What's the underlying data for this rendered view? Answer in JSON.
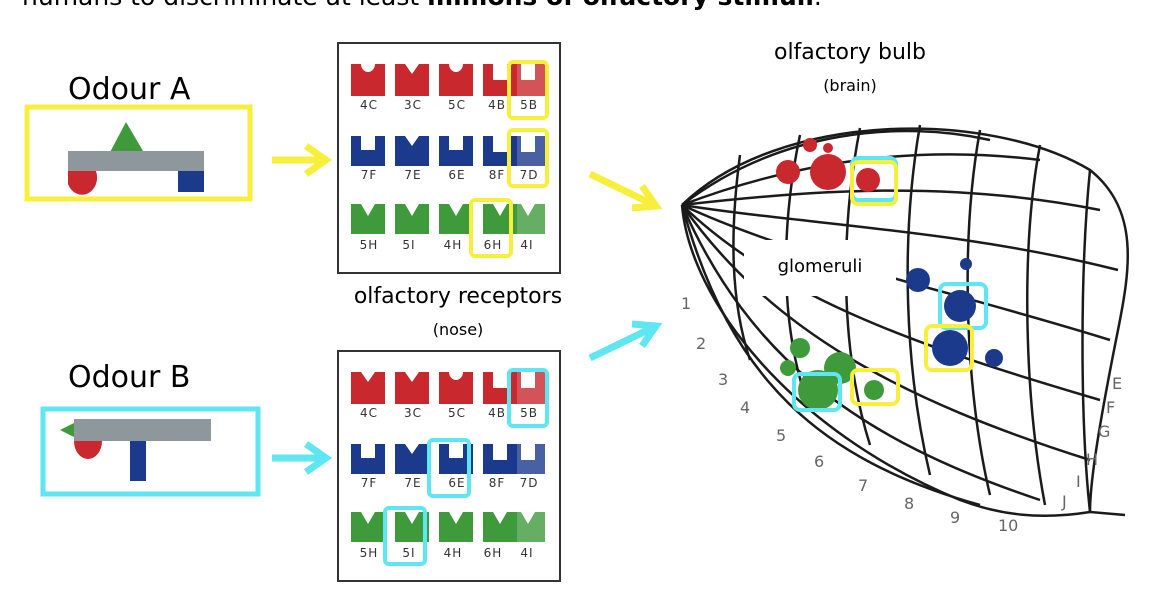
{
  "header": {
    "caption_plain": "humans to discriminate at least ",
    "caption_bold": "millions of olfactory stimuli",
    "caption_end": "."
  },
  "odour_a": {
    "label": "Odour A"
  },
  "odour_b": {
    "label": "Odour B"
  },
  "panel_a": {
    "row1": [
      "4C",
      "3C",
      "5C",
      "4B",
      "5B"
    ],
    "row2": [
      "7F",
      "7E",
      "6E",
      "8F",
      "7D"
    ],
    "row3": [
      "5H",
      "5I",
      "4H",
      "6H",
      "4I"
    ]
  },
  "panel_b": {
    "row1": [
      "4C",
      "3C",
      "5C",
      "4B",
      "5B"
    ],
    "row2": [
      "7F",
      "7E",
      "6E",
      "8F",
      "7D"
    ],
    "row3": [
      "5H",
      "5I",
      "4H",
      "6H",
      "4I"
    ]
  },
  "receptors": {
    "title": "olfactory receptors",
    "sub": "(nose)"
  },
  "bulb": {
    "title": "olfactory bulb",
    "sub": "(brain)"
  },
  "glomeruli": {
    "label": "glomeruli"
  },
  "bulb_numbers": [
    "1",
    "2",
    "3",
    "4",
    "5",
    "6",
    "7",
    "8",
    "9",
    "10"
  ],
  "bulb_letters": [
    "E",
    "F",
    "G",
    "H",
    "I",
    "J"
  ],
  "colors": {
    "yellow": "#f7ef3c",
    "cyan": "#5ee6f2",
    "red": "#c8282e",
    "blue": "#1c3a8c",
    "green": "#3f9a3c",
    "gray": "#8e989c"
  }
}
